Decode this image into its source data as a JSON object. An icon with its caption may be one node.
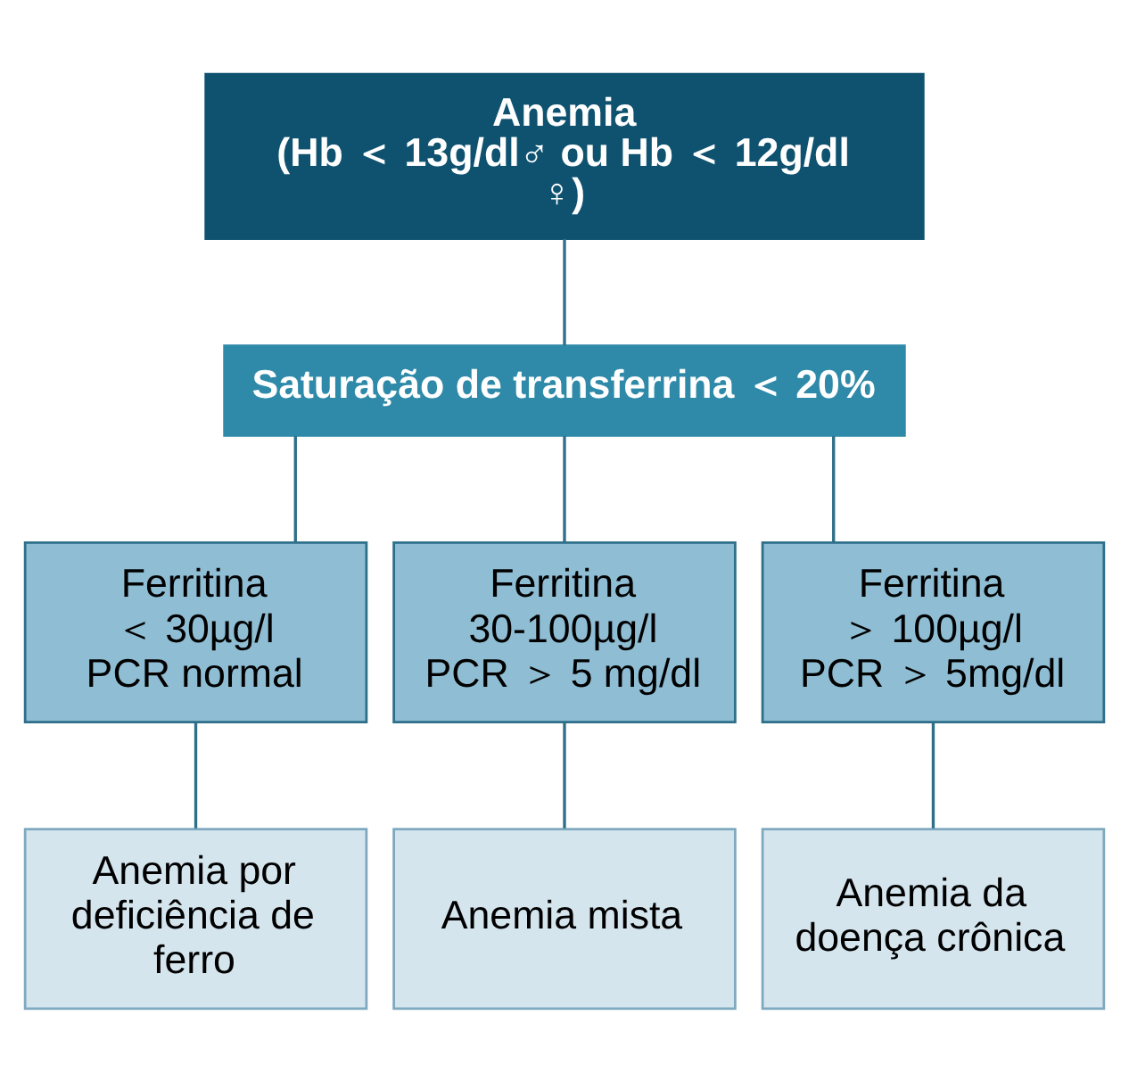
{
  "diagram": {
    "nodes": [
      {
        "text": [
          "Anemia",
          "(Hb ＜ 13g/dl♂ ou Hb ＜ 12g/dl ♀)"
        ]
      },
      {
        "text": [
          "Saturação de transferrina ＜ 20%"
        ]
      },
      {
        "text": [
          "Ferritina",
          "＜ 30µg/l",
          "PCR normal"
        ]
      },
      {
        "text": [
          "Ferritina",
          "30-100µg/l",
          "PCR ＞ 5 mg/dl"
        ]
      },
      {
        "text": [
          "Ferritina",
          "＞ 100µg/l",
          "PCR ＞ 5mg/dl"
        ]
      },
      {
        "text": [
          "Anemia por deficiência de ferro"
        ]
      },
      {
        "text": [
          "Anemia mista"
        ]
      },
      {
        "text": [
          "Anemia da doença crônica"
        ]
      }
    ],
    "edges": [
      {
        "from": 0,
        "to": 1,
        "arrow": "none"
      },
      {
        "from": 1,
        "to": 2,
        "arrow": "none"
      },
      {
        "from": 1,
        "to": 3,
        "arrow": "none"
      },
      {
        "from": 1,
        "to": 4,
        "arrow": "none"
      },
      {
        "from": 2,
        "to": 5,
        "arrow": "none"
      },
      {
        "from": 3,
        "to": 6,
        "arrow": "none"
      },
      {
        "from": 4,
        "to": 7,
        "arrow": "none"
      }
    ]
  }
}
